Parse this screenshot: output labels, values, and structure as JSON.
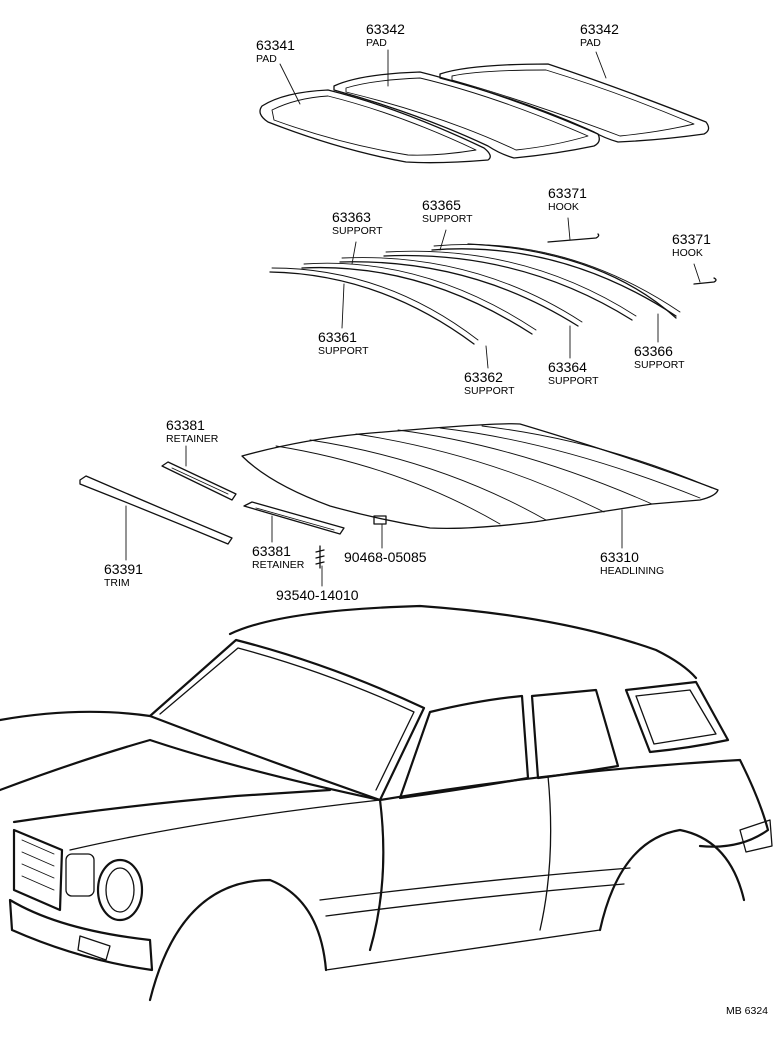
{
  "diagram": {
    "code": "MB 6324",
    "parts": [
      {
        "id": "p63341",
        "number": "63341",
        "name": "PAD"
      },
      {
        "id": "p63342a",
        "number": "63342",
        "name": "PAD"
      },
      {
        "id": "p63342b",
        "number": "63342",
        "name": "PAD"
      },
      {
        "id": "p63363",
        "number": "63363",
        "name": "SUPPORT"
      },
      {
        "id": "p63365",
        "number": "63365",
        "name": "SUPPORT"
      },
      {
        "id": "p63371a",
        "number": "63371",
        "name": "HOOK"
      },
      {
        "id": "p63371b",
        "number": "63371",
        "name": "HOOK"
      },
      {
        "id": "p63361",
        "number": "63361",
        "name": "SUPPORT"
      },
      {
        "id": "p63362",
        "number": "63362",
        "name": "SUPPORT"
      },
      {
        "id": "p63364",
        "number": "63364",
        "name": "SUPPORT"
      },
      {
        "id": "p63366",
        "number": "63366",
        "name": "SUPPORT"
      },
      {
        "id": "p63381a",
        "number": "63381",
        "name": "RETAINER"
      },
      {
        "id": "p63381b",
        "number": "63381",
        "name": "RETAINER"
      },
      {
        "id": "p63391",
        "number": "63391",
        "name": "TRIM"
      },
      {
        "id": "p90468",
        "number": "90468-05085",
        "name": ""
      },
      {
        "id": "p93540",
        "number": "93540-14010",
        "name": ""
      },
      {
        "id": "p63310",
        "number": "63310",
        "name": "HEADLINING"
      }
    ]
  }
}
